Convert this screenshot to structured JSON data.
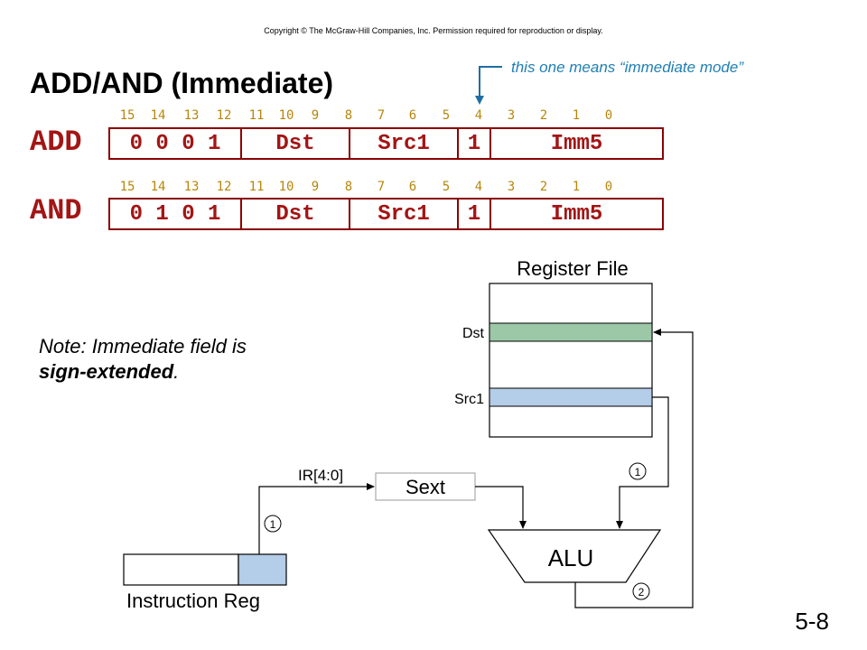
{
  "copyright": "Copyright © The McGraw-Hill Companies, Inc.  Permission required for reproduction or display.",
  "title": "ADD/AND (Immediate)",
  "annotation": "this one means “immediate mode”",
  "bit_numbers": [
    "15",
    "14",
    "13",
    "12",
    "11",
    "10",
    "9",
    "8",
    "7",
    "6",
    "5",
    "4",
    "3",
    "2",
    "1",
    "0"
  ],
  "instructions": [
    {
      "name": "ADD",
      "opcode": "0 0 0 1",
      "dst": "Dst",
      "src1": "Src1",
      "mode": "1",
      "imm": "Imm5"
    },
    {
      "name": "AND",
      "opcode": "0 1 0 1",
      "dst": "Dst",
      "src1": "Src1",
      "mode": "1",
      "imm": "Imm5"
    }
  ],
  "note": {
    "line1": "Note: Immediate field is",
    "line2_bold": "sign-extended",
    "line2_end": "."
  },
  "diagram": {
    "register_file_label": "Register File",
    "dst_label": "Dst",
    "src1_label": "Src1",
    "ir_label": "IR[4:0]",
    "sext_label": "Sext",
    "alu_label": "ALU",
    "instruction_reg_label": "Instruction Reg",
    "step1": "1",
    "step2": "2",
    "colors": {
      "dst_fill": "#9cc8a8",
      "src1_fill": "#b4cde8",
      "ir_field_fill": "#b4cde8"
    }
  },
  "page_number": "5-8"
}
